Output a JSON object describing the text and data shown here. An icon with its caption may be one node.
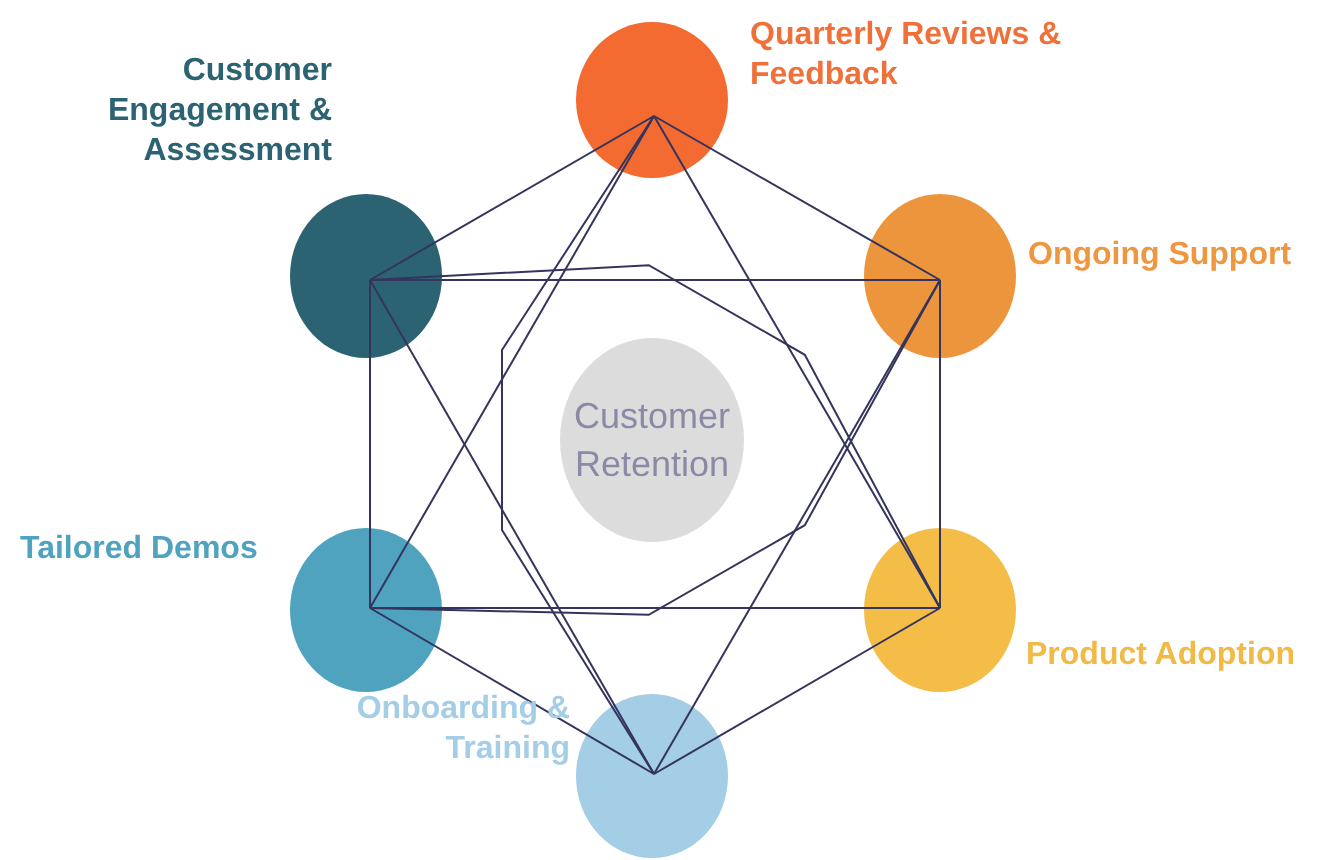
{
  "diagram": {
    "nodes": [
      {
        "text": [],
        "shape": "circle",
        "beside": [
          "Customer Engagement & Assessment"
        ]
      },
      {
        "text": [],
        "shape": "circle",
        "beside": [
          "Quarterly Reviews & Feedback"
        ]
      },
      {
        "text": [],
        "shape": "circle",
        "beside": [
          "Ongoing Support"
        ]
      },
      {
        "text": [
          "Customer Retention"
        ]
      },
      {
        "text": [],
        "shape": "circle",
        "beside": [
          "Tailored Demos"
        ]
      },
      {
        "text": [],
        "shape": "circle",
        "beside": [
          "Product Adoption"
        ]
      },
      {
        "text": [],
        "shape": "circle",
        "beside": [
          "Onboarding & Training"
        ]
      }
    ],
    "edges": [
      {
        "from": 0,
        "to": 1,
        "arrow": "none"
      },
      {
        "from": 0,
        "to": 2,
        "arrow": "none"
      },
      {
        "from": 0,
        "to": 4,
        "arrow": "none"
      },
      {
        "from": 0,
        "to": 5,
        "arrow": "none"
      },
      {
        "from": 0,
        "to": 6,
        "arrow": "none"
      },
      {
        "from": 1,
        "to": 2,
        "arrow": "none"
      },
      {
        "from": 1,
        "to": 4,
        "arrow": "none"
      },
      {
        "from": 1,
        "to": 5,
        "arrow": "none"
      },
      {
        "from": 1,
        "to": 6,
        "arrow": "none"
      },
      {
        "from": 2,
        "to": 4,
        "arrow": "none"
      },
      {
        "from": 2,
        "to": 5,
        "arrow": "none"
      },
      {
        "from": 2,
        "to": 6,
        "arrow": "none"
      },
      {
        "from": 4,
        "to": 5,
        "arrow": "none"
      },
      {
        "from": 4,
        "to": 6,
        "arrow": "none"
      },
      {
        "from": 5,
        "to": 6,
        "arrow": "none"
      }
    ]
  }
}
